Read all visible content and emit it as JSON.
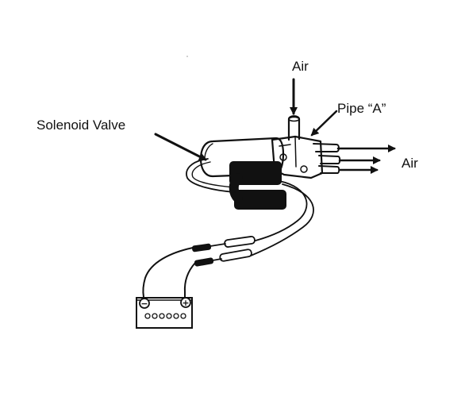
{
  "labels": {
    "air_in": "Air",
    "pipe": "Pipe “A”",
    "solenoid": "Solenoid Valve",
    "air_out": "Air"
  },
  "battery": {
    "negative_symbol": "−",
    "positive_symbol": "+"
  },
  "colors": {
    "ink": "#111111",
    "background": "#ffffff"
  }
}
